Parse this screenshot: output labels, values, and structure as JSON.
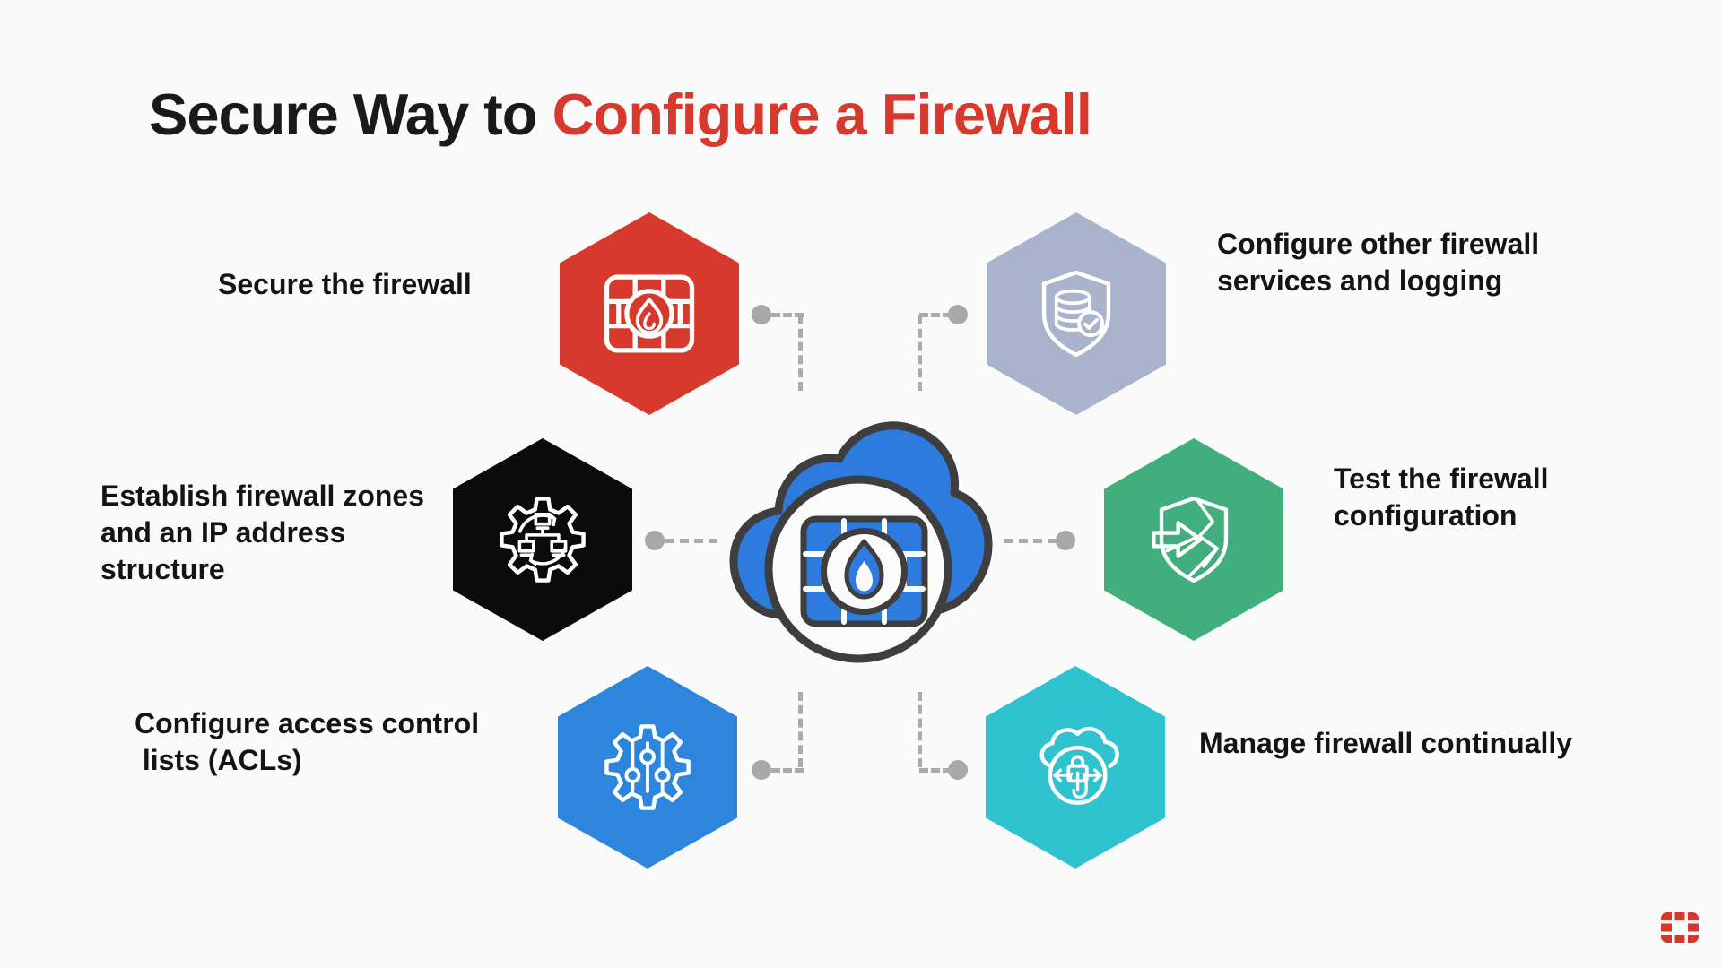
{
  "title": {
    "black_part": "Secure Way to ",
    "red_part": "Configure a Firewall"
  },
  "steps": [
    {
      "label": "Secure the firewall",
      "color": "#D7392C",
      "icon": "firewall-brick-flame-icon"
    },
    {
      "label": "Configure other firewall\nservices and logging",
      "color": "#A9B3CB",
      "icon": "shield-database-check-icon"
    },
    {
      "label": "Establish firewall zones\nand an IP address\nstructure",
      "color": "#0B0B0B",
      "icon": "gear-network-icon"
    },
    {
      "label": "Test the firewall\nconfiguration",
      "color": "#41AE7D",
      "icon": "shield-penetration-arrow-icon"
    },
    {
      "label": "Configure access control\n lists (ACLs)",
      "color": "#2E86DC",
      "icon": "gear-sliders-icon"
    },
    {
      "label": "Manage firewall continually",
      "color": "#2FC3CF",
      "icon": "cloud-lock-touch-icon"
    }
  ],
  "center": {
    "icon": "cloud-firewall-icon",
    "cloud_color": "#2E7BDF",
    "outline_color": "#3E3E3E"
  },
  "footer": {
    "logo": "fortinet-logo",
    "logo_color": "#D8362A"
  },
  "colors": {
    "background": "#FAFAFA",
    "title_text": "#1A1A1A",
    "title_accent": "#D8392C",
    "label_text": "#141414",
    "connector": "#A8A8A8"
  }
}
